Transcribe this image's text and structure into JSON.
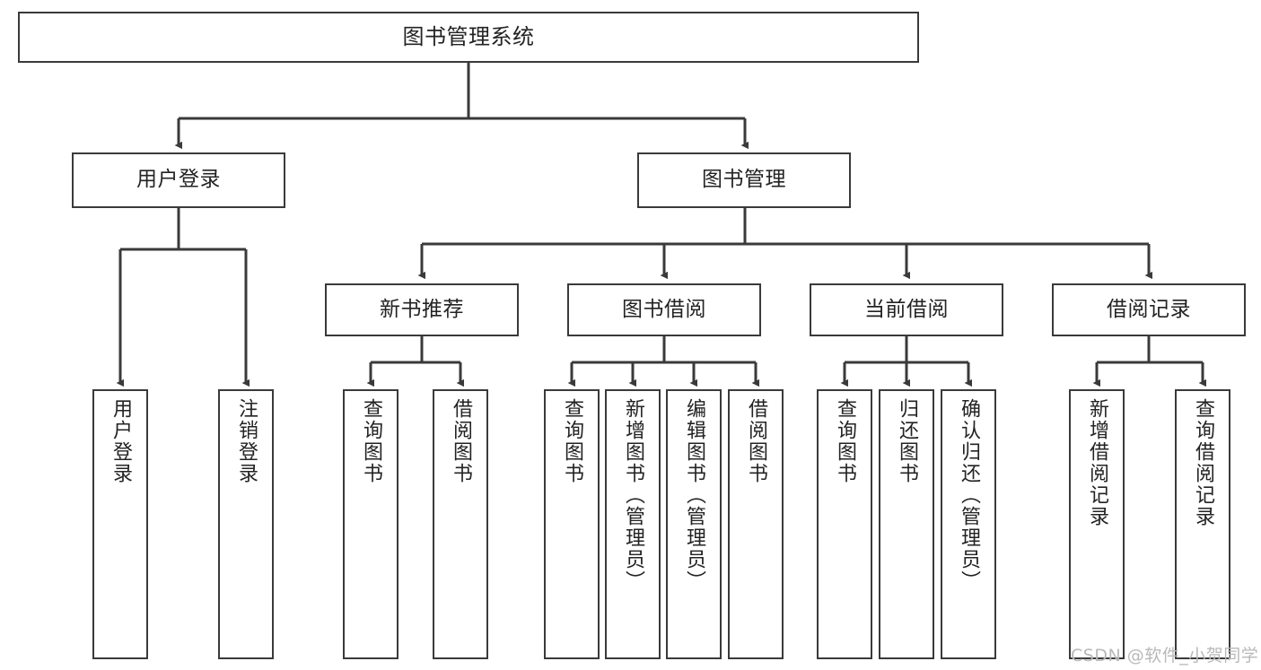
{
  "diagram": {
    "type": "tree-hierarchy-chart",
    "title": "图书管理系统",
    "root": {
      "label": "图书管理系统"
    },
    "level2": [
      {
        "label": "用户登录"
      },
      {
        "label": "图书管理"
      }
    ],
    "level3": [
      {
        "label": "新书推荐"
      },
      {
        "label": "图书借阅"
      },
      {
        "label": "当前借阅"
      },
      {
        "label": "借阅记录"
      }
    ],
    "leaves": {
      "user_login": [
        {
          "label": "用户登录"
        },
        {
          "label": "注销登录"
        }
      ],
      "new_book_recommend": [
        {
          "label": "查询图书"
        },
        {
          "label": "借阅图书"
        }
      ],
      "book_borrow": [
        {
          "label": "查询图书"
        },
        {
          "label": "新增图书（管理员）"
        },
        {
          "label": "编辑图书（管理员）"
        },
        {
          "label": "借阅图书"
        }
      ],
      "current_borrow": [
        {
          "label": "查询图书"
        },
        {
          "label": "归还图书"
        },
        {
          "label": "确认归还（管理员）"
        }
      ],
      "borrow_record": [
        {
          "label": "新增借阅记录"
        },
        {
          "label": "查询借阅记录"
        }
      ]
    }
  },
  "watermark": {
    "text": "CSDN @软件_小贺同学"
  },
  "colors": {
    "background": "#ffffff",
    "node_border": "#3a3a3a",
    "node_fill": "#ffffff",
    "connector": "#3a3a3a",
    "text": "#232323",
    "watermark": "#b9b9b9"
  }
}
